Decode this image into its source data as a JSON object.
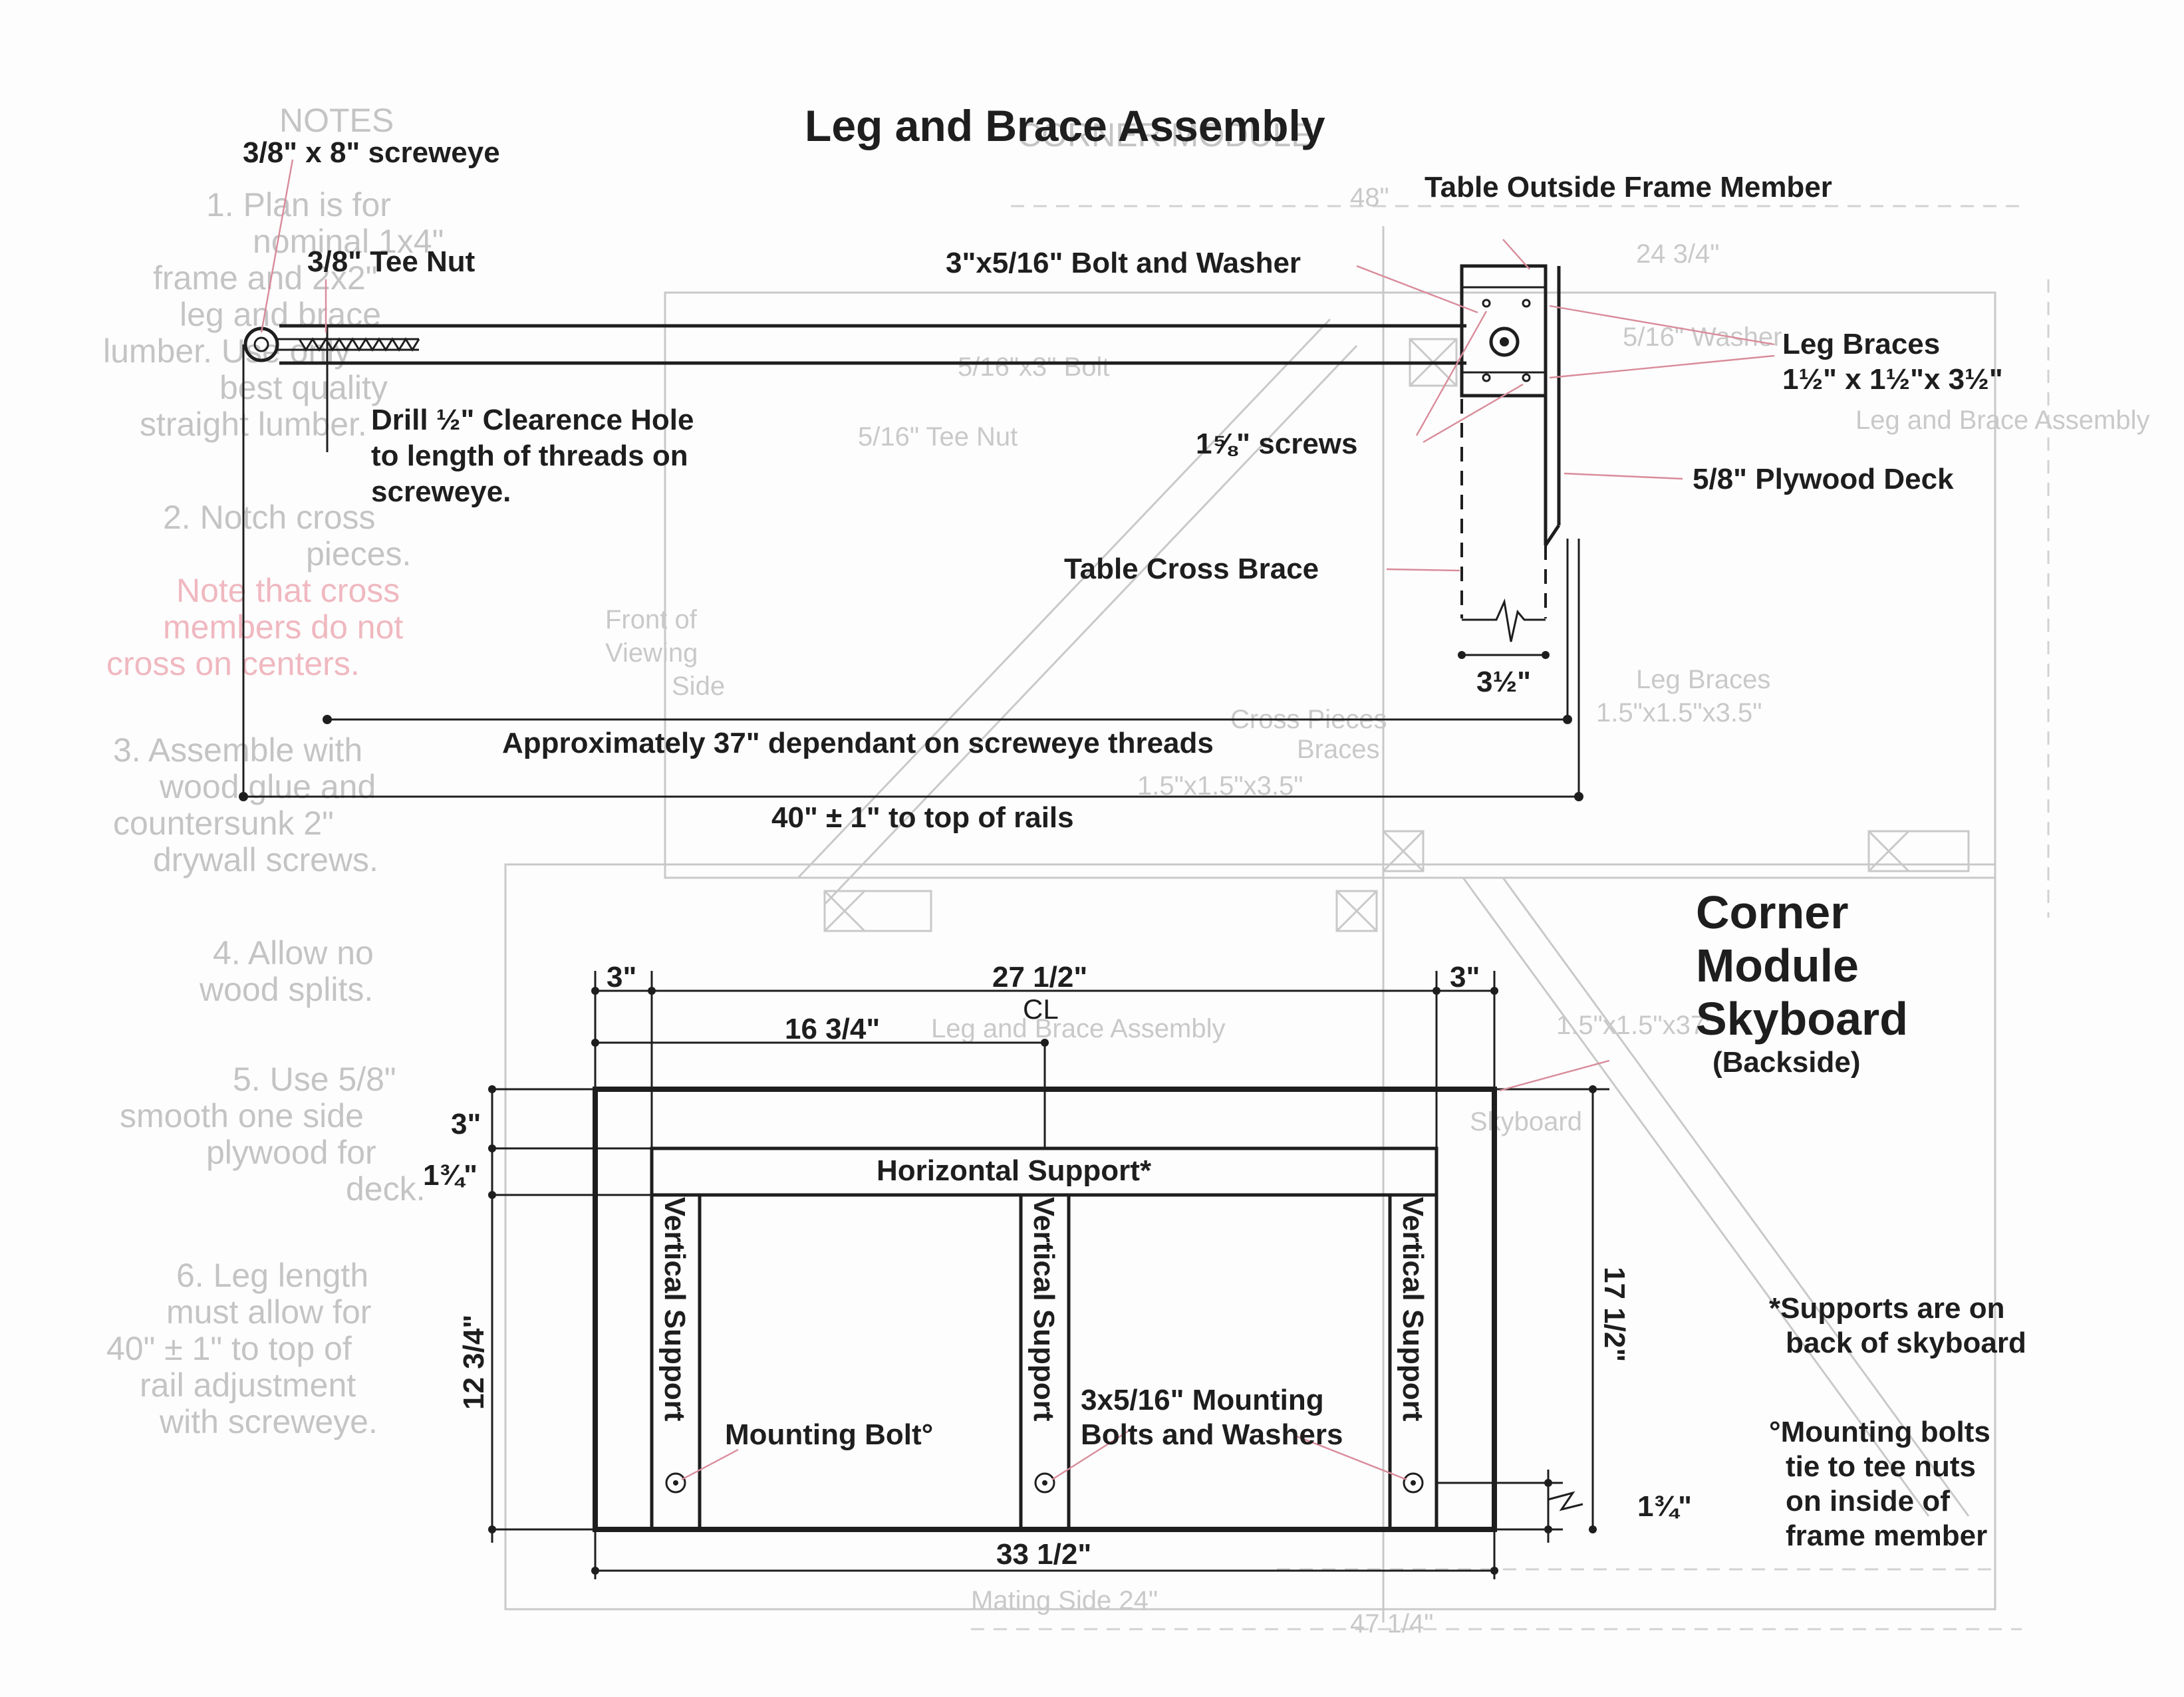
{
  "title": "Leg and Brace Assembly",
  "labels": {
    "screweye": "3/8\" x 8\" screweye",
    "tee_nut": "3/8\" Tee Nut",
    "outside_frame": "Table Outside Frame Member",
    "bolt_washer": "3\"x5/16\" Bolt and Washer",
    "leg_braces": "Leg Braces",
    "leg_braces_size": "1½\" x 1½\"x 3½\"",
    "screws": "1⅝\" screws",
    "plywood_deck": "5/8\" Plywood Deck",
    "drill_1": "Drill ½\" Clearence Hole",
    "drill_2": "to length of threads on",
    "drill_3": "screweye.",
    "cross_brace": "Table Cross Brace",
    "three_half": "3½\"",
    "approx": "Approximately 37\" dependant on screweye threads",
    "forty": "40\" ± 1\" to top of rails"
  },
  "skyboard": {
    "title_1": "Corner",
    "title_2": "Module",
    "title_3": "Skyboard",
    "backside": "(Backside)",
    "dim_3_left": "3\"",
    "dim_27_half": "27 1/2\"",
    "cl": "CL",
    "dim_3_right": "3\"",
    "dim_16_34": "16 3/4\"",
    "dim_3_top": "3\"",
    "dim_1_34_top": "1¾\"",
    "horizontal_support": "Horizontal Support*",
    "vertical_support": "Vertical Support",
    "dim_12_34": "12 3/4\"",
    "dim_17_half": "17 1/2\"",
    "mounting_bolt": "Mounting Bolt°",
    "mounting_bolts_1": "3x5/16\" Mounting",
    "mounting_bolts_2": "Bolts and Washers",
    "dim_1_34_bottom": "1¾\"",
    "dim_33_half": "33 1/2\""
  },
  "notes": {
    "supports_1": "*Supports are on",
    "supports_2": "back of skyboard",
    "mounting_1": "°Mounting bolts",
    "mounting_2": "tie to tee nuts",
    "mounting_3": "on inside of",
    "mounting_4": "frame member"
  }
}
